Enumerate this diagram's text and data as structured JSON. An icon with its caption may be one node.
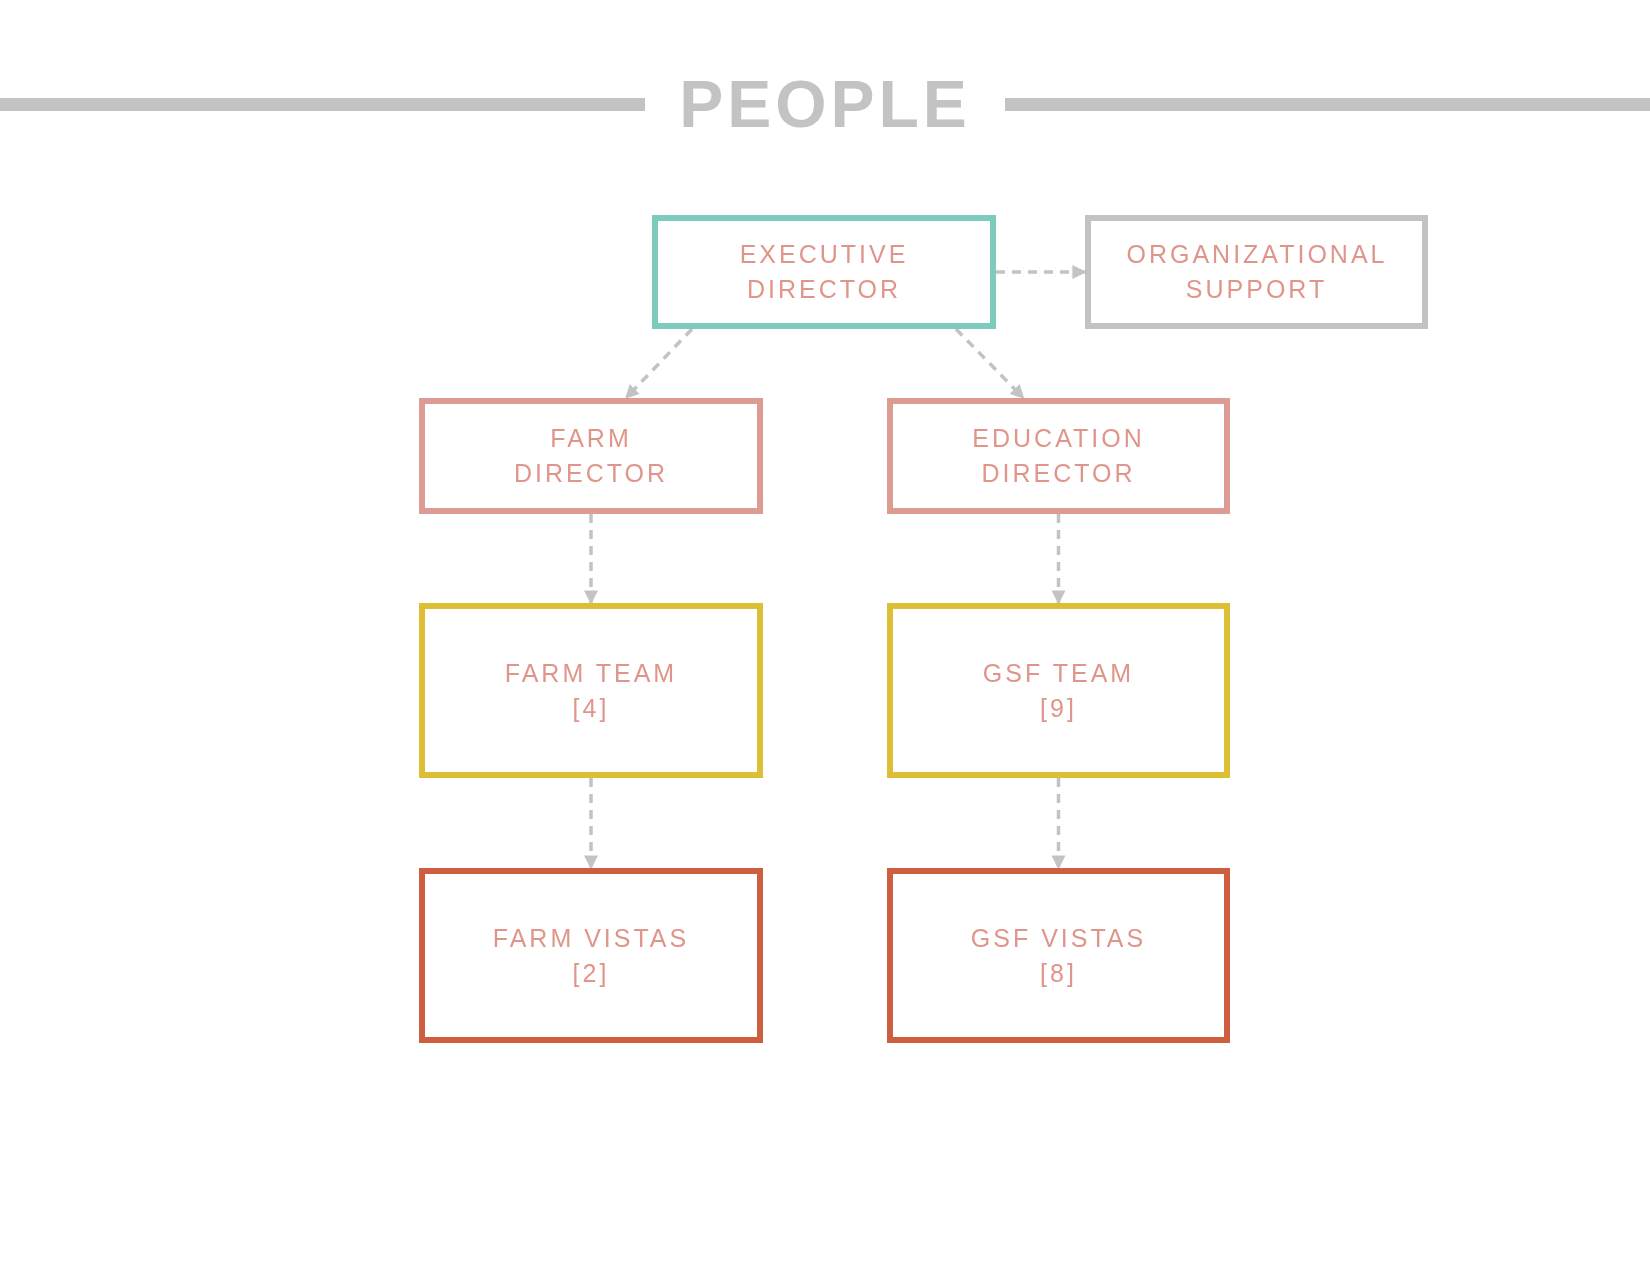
{
  "diagram": {
    "title": "PEOPLE",
    "nodes": [
      {
        "text": [
          "EXECUTIVE DIRECTOR"
        ]
      },
      {
        "text": [
          "ORGANIZATIONAL SUPPORT"
        ]
      },
      {
        "text": [
          "FARM DIRECTOR"
        ]
      },
      {
        "text": [
          "EDUCATION DIRECTOR"
        ]
      },
      {
        "text": [
          "FARM TEAM",
          "[4]"
        ]
      },
      {
        "text": [
          "GSF TEAM",
          "[9]"
        ]
      },
      {
        "text": [
          "FARM VISTAS",
          "[2]"
        ]
      },
      {
        "text": [
          "GSF VISTAS",
          "[8]"
        ]
      }
    ],
    "edges": [
      {
        "from": 0,
        "to": 1,
        "arrow": "to",
        "style": "dashed"
      },
      {
        "from": 0,
        "to": 2,
        "arrow": "to",
        "style": "dashed"
      },
      {
        "from": 0,
        "to": 3,
        "arrow": "to",
        "style": "dashed"
      },
      {
        "from": 2,
        "to": 4,
        "arrow": "to",
        "style": "dashed"
      },
      {
        "from": 3,
        "to": 5,
        "arrow": "to",
        "style": "dashed"
      },
      {
        "from": 4,
        "to": 6,
        "arrow": "to",
        "style": "dashed"
      },
      {
        "from": 5,
        "to": 7,
        "arrow": "to",
        "style": "dashed"
      }
    ]
  }
}
